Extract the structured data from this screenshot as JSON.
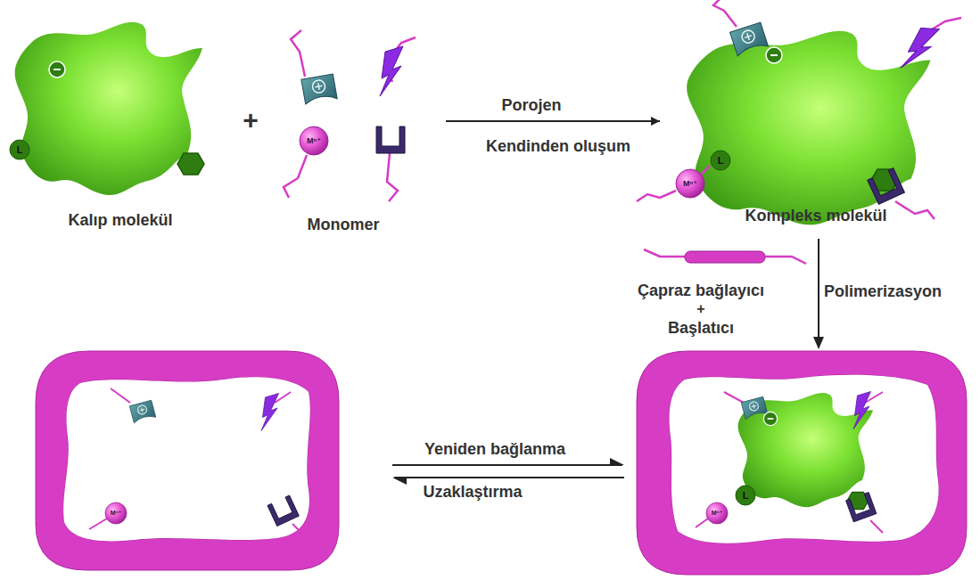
{
  "diagram": {
    "nodes": [
      {
        "text": [
          "Kalıp molekül"
        ]
      },
      {
        "text": [
          "Monomer"
        ]
      },
      {
        "text": [
          "Kompleks molekül"
        ]
      }
    ],
    "edges": [
      {
        "from": 1,
        "to": 2,
        "arrow": "to"
      }
    ],
    "labels": [
      "+",
      "Porojen",
      "Kendinden oluşum",
      "L",
      "Mⁿ⁺",
      "L",
      "Mⁿ⁺",
      "Çapraz bağlayıcı",
      "+",
      "Başlatıcı",
      "Polimerizasyon",
      "Yeniden bağlanma",
      "Uzaklaştırma",
      "Mⁿ⁺",
      "L",
      "Mⁿ⁺"
    ]
  }
}
